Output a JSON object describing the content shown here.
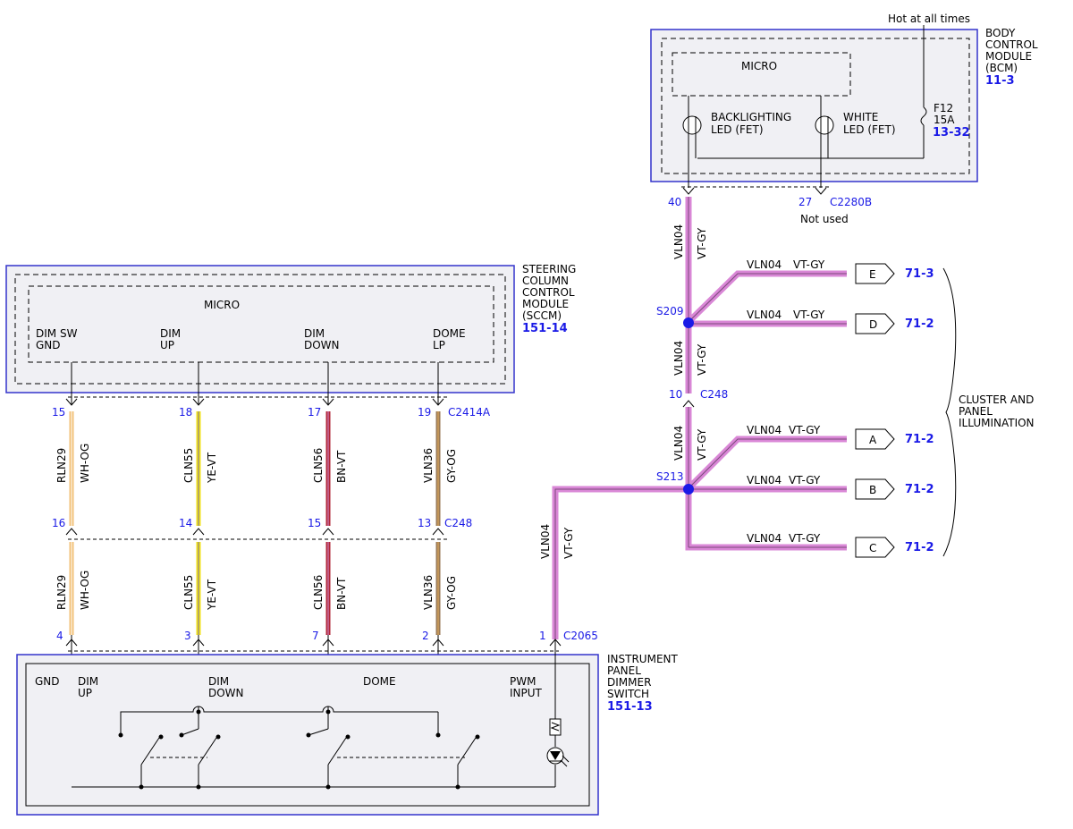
{
  "bcm": {
    "hot_label": "Hot at all times",
    "title": [
      "BODY",
      "CONTROL",
      "MODULE",
      "(BCM)"
    ],
    "ref": "11-3",
    "micro": "MICRO",
    "backlight": [
      "BACKLIGHTING",
      "LED (FET)"
    ],
    "white": [
      "WHITE",
      "LED (FET)"
    ],
    "fuse": [
      "F12",
      "15A"
    ],
    "fuse_ref": "13-32",
    "pin_40": "40",
    "pin_27": "27",
    "connector": "C2280B",
    "not_used": "Not used"
  },
  "sccm": {
    "title": [
      "STEERING",
      "COLUMN",
      "CONTROL",
      "MODULE",
      "(SCCM)"
    ],
    "ref": "151-14",
    "micro": "MICRO",
    "pins": [
      {
        "label": [
          "DIM SW",
          "GND"
        ]
      },
      {
        "label": [
          "DIM",
          "UP"
        ]
      },
      {
        "label": [
          "DIM",
          "DOWN"
        ]
      },
      {
        "label": [
          "DOME",
          "LP"
        ]
      }
    ],
    "connector": "C2414A"
  },
  "wires": [
    {
      "circuit": "RLN29",
      "color": "WH-OG",
      "pin_top": "15",
      "pin_mid": "16",
      "pin_bot": "4"
    },
    {
      "circuit": "CLN55",
      "color": "YE-VT",
      "pin_top": "18",
      "pin_mid": "14",
      "pin_bot": "3"
    },
    {
      "circuit": "CLN56",
      "color": "BN-VT",
      "pin_top": "17",
      "pin_mid": "15",
      "pin_bot": "7"
    },
    {
      "circuit": "VLN36",
      "color": "GY-OG",
      "pin_top": "19",
      "pin_mid": "13",
      "pin_bot": "2"
    }
  ],
  "inline_connector": "C248",
  "dimmer": {
    "title": [
      "INSTRUMENT",
      "PANEL",
      "DIMMER",
      "SWITCH"
    ],
    "ref": "151-13",
    "labels": {
      "gnd": "GND",
      "dim_up": [
        "DIM",
        "UP"
      ],
      "dim_down": [
        "DIM",
        "DOWN"
      ],
      "dome": "DOME",
      "pwm": [
        "PWM",
        "INPUT"
      ]
    },
    "pin_1": "1",
    "connector": "C2065"
  },
  "pwm_wire": {
    "circuit": "VLN04",
    "color": "VT-GY"
  },
  "trunk": {
    "circuit": "VLN04",
    "color": "VT-GY",
    "splice_1": "S209",
    "splice_2": "S213",
    "c248_pin": "10",
    "c248": "C248"
  },
  "branches": [
    {
      "circuit": "VLN04",
      "color": "VT-GY",
      "letter": "E",
      "ref": "71-3"
    },
    {
      "circuit": "VLN04",
      "color": "VT-GY",
      "letter": "D",
      "ref": "71-2"
    },
    {
      "circuit": "VLN04",
      "color": "VT-GY",
      "letter": "A",
      "ref": "71-2"
    },
    {
      "circuit": "VLN04",
      "color": "VT-GY",
      "letter": "B",
      "ref": "71-2"
    },
    {
      "circuit": "VLN04",
      "color": "VT-GY",
      "letter": "C",
      "ref": "71-2"
    }
  ],
  "cluster": [
    "CLUSTER AND",
    "PANEL",
    "ILLUMINATION"
  ],
  "colors": {
    "vt_gy": "#d987d6",
    "module_border": "#3333cc",
    "pin_blue": "#1a1ae6",
    "wh_og": "#f2c27a",
    "ye_vt": "#f0e21a",
    "bn_vt": "#b2283a",
    "gy_og": "#9a7a55"
  }
}
